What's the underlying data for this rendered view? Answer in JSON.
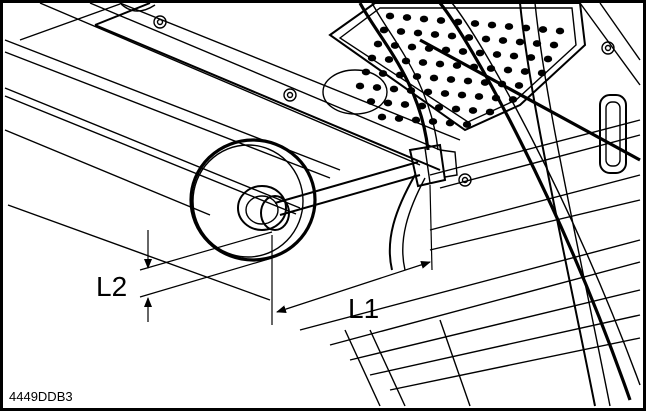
{
  "figure": {
    "drawing_code": "4449DDB3",
    "dimensions": [
      {
        "id": "L1",
        "label": "L1"
      },
      {
        "id": "L2",
        "label": "L2"
      }
    ]
  }
}
